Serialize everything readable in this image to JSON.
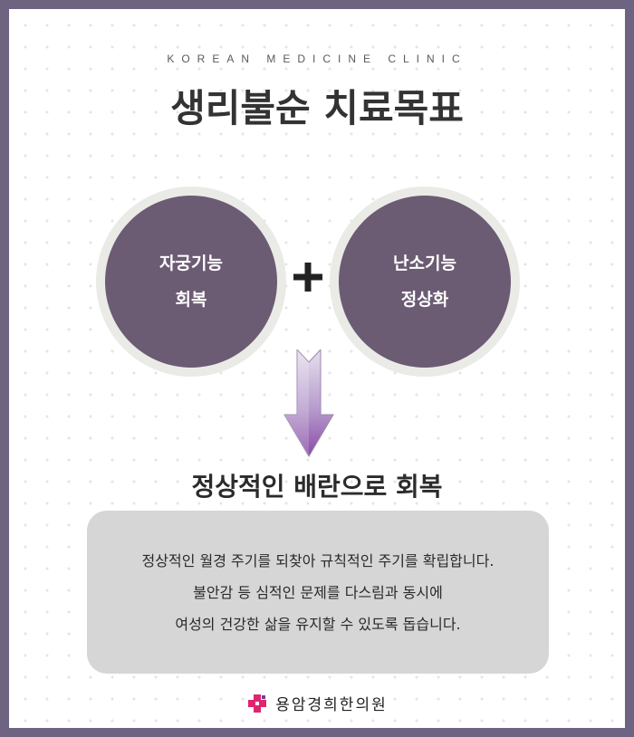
{
  "header": {
    "eyebrow": "KOREAN MEDICINE CLINIC",
    "title": "생리불순 치료목표"
  },
  "circles": {
    "left": {
      "line1": "자궁기능",
      "line2": "회복"
    },
    "right": {
      "line1": "난소기능",
      "line2": "정상화"
    }
  },
  "icons": {
    "plus": "plus-icon",
    "arrow": "arrow-down-icon",
    "logo": "medical-cross-logo-icon"
  },
  "result": {
    "title": "정상적인 배란으로 회복"
  },
  "description": {
    "lines": [
      "정상적인 월경 주기를 되찾아 규칙적인 주기를 확립합니다.",
      "불안감 등 심적인 문제를 다스림과 동시에",
      "여성의 건강한 삶을 유지할 수 있도록 돕습니다."
    ]
  },
  "footer": {
    "clinic_name": "용암경희한의원"
  },
  "colors": {
    "frame": "#6e6381",
    "circle": "#6b5b73",
    "circle_ring": "#eaebe6",
    "box": "#d6d6d6",
    "arrow_top": "#d8cfe4",
    "arrow_bottom": "#8a4aa8",
    "logo_pink": "#e0246f"
  }
}
